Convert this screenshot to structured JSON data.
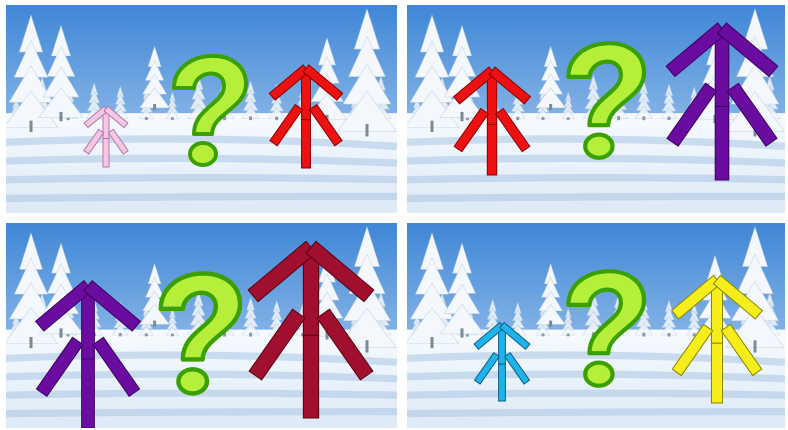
{
  "panels": [
    {
      "name": "top-left",
      "left_figure": {
        "color": "#f7c6e6",
        "stroke": "#b07aa0",
        "scale": "small"
      },
      "right_figure": {
        "color": "#ee1111",
        "stroke": "#8a0000",
        "scale": "medium"
      }
    },
    {
      "name": "top-right",
      "left_figure": {
        "color": "#ee1111",
        "stroke": "#8a0000",
        "scale": "medium"
      },
      "right_figure": {
        "color": "#6a0ca0",
        "stroke": "#3b0060",
        "scale": "large"
      }
    },
    {
      "name": "bottom-left",
      "left_figure": {
        "color": "#6a0ca0",
        "stroke": "#3b0060",
        "scale": "large"
      },
      "right_figure": {
        "color": "#a0102e",
        "stroke": "#5a0010",
        "scale": "xlarge"
      }
    },
    {
      "name": "bottom-right",
      "left_figure": {
        "color": "#1fb3ec",
        "stroke": "#0a5f85",
        "scale": "small"
      },
      "right_figure": {
        "color": "#f5ee1a",
        "stroke": "#8a8400",
        "scale": "medium"
      }
    }
  ],
  "question_mark": {
    "fill": "#b6ef3a",
    "stroke": "#3aa000",
    "icon": "question-mark-icon"
  },
  "scene": {
    "sky": "#5d9fe0",
    "snow": "#eef4fb",
    "shadow": "#aac4e4",
    "trees": "snow-tree-icon"
  }
}
